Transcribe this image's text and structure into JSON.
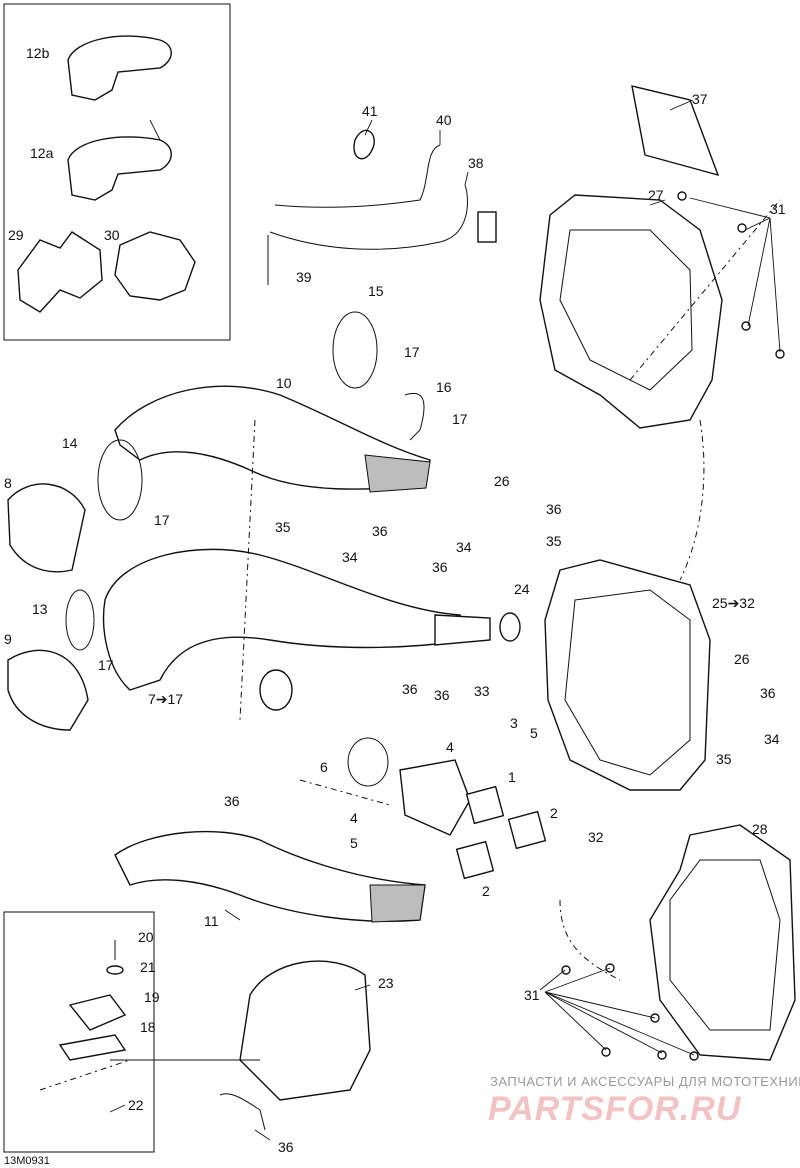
{
  "diagram_code": "13M0931",
  "part_labels": {
    "l12b": "12b",
    "l12a": "12a",
    "l29": "29",
    "l30": "30",
    "l41": "41",
    "l40": "40",
    "l38": "38",
    "l39": "39",
    "l37": "37",
    "l27": "27",
    "l31a": "31",
    "l15": "15",
    "l17a": "17",
    "l10": "10",
    "l16": "16",
    "l17b": "17",
    "l14": "14",
    "l8": "8",
    "l17c": "17",
    "l35a": "35",
    "l36a": "36",
    "l34a": "34",
    "l26a": "26",
    "l36b": "36",
    "l34b": "34",
    "l35b": "35",
    "l36c": "36",
    "l24": "24",
    "l25": "25➔32",
    "l13": "13",
    "l9": "9",
    "l17d": "17",
    "l7": "7➔17",
    "l36d": "36",
    "l33": "33",
    "l36e": "36",
    "l26b": "26",
    "l36f": "36",
    "l34c": "34",
    "l35c": "35",
    "l3": "3",
    "l5a": "5",
    "l4a": "4",
    "l6": "6",
    "l1": "1",
    "l36g": "36",
    "l4b": "4",
    "l5b": "5",
    "l2a": "2",
    "l2b": "2",
    "l32": "32",
    "l28": "28",
    "l11": "11",
    "l20": "20",
    "l21": "21",
    "l19": "19",
    "l18": "18",
    "l22": "22",
    "l23": "23",
    "l31b": "31",
    "l36h": "36"
  },
  "watermark": {
    "line1": "ЗАПЧАСТИ И АКСЕССУАРЫ ДЛЯ МОТОТЕХНИКИ",
    "line2": "PARTSFOR.RU"
  }
}
